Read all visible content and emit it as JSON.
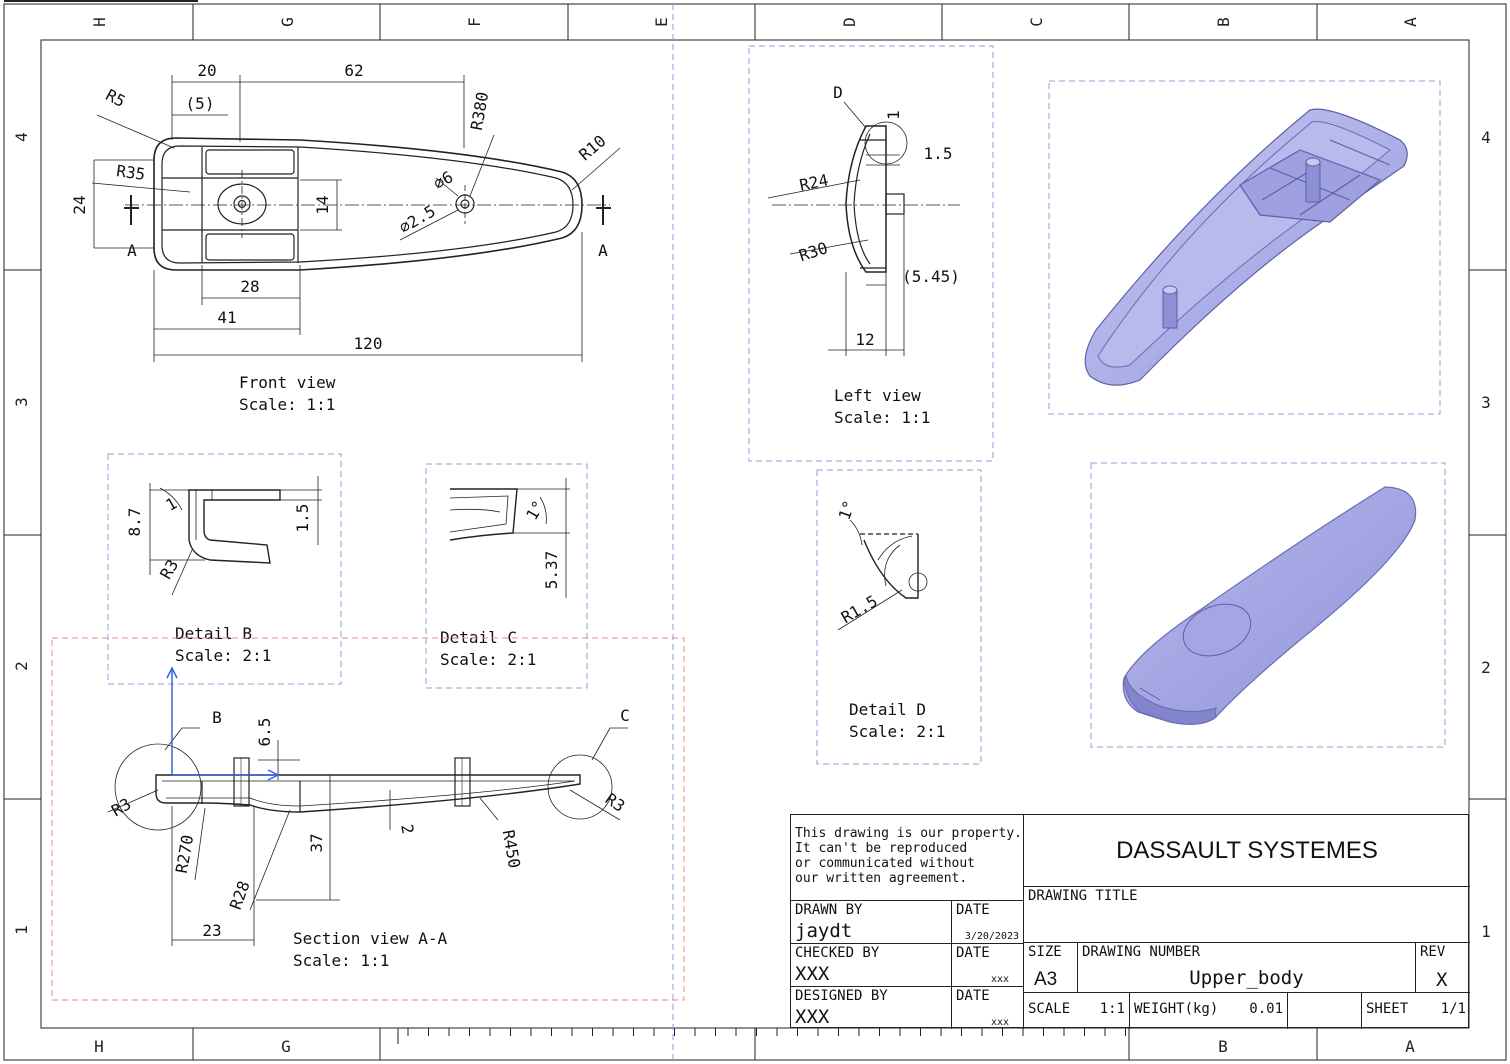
{
  "frame": {
    "columns_top": [
      "H",
      "G",
      "F",
      "E",
      "D",
      "C",
      "B",
      "A"
    ],
    "columns_bottom": [
      "H",
      "G",
      "B",
      "A"
    ],
    "rows_left": [
      "4",
      "3",
      "2",
      "1"
    ],
    "rows_right": [
      "4",
      "3",
      "2",
      "1"
    ]
  },
  "front_view": {
    "caption": "Front view",
    "scale": "Scale:  1:1",
    "dims": {
      "d20": "20",
      "d62": "62",
      "d5": "(5)",
      "r5": "R5",
      "r380": "R380",
      "r35": "R35",
      "r10": "R10",
      "d24": "24",
      "d14": "14",
      "phi6": "⌀6",
      "phi25": "⌀2.5",
      "a1": "A",
      "a2": "A",
      "d28": "28",
      "d41": "41",
      "d120": "120"
    }
  },
  "left_view": {
    "caption": "Left view",
    "scale": "Scale:  1:1",
    "dims": {
      "d": "D",
      "one": "1",
      "d15": "1.5",
      "r24": "R24",
      "r30": "R30",
      "d545": "(5.45)",
      "d12": "12"
    }
  },
  "detail_b": {
    "caption": "Detail B",
    "scale": "Scale:  2:1",
    "dims": {
      "d87": "8.7",
      "one": "1",
      "d15": "1.5",
      "r3": "R3"
    }
  },
  "detail_c": {
    "caption": "Detail C",
    "scale": "Scale:  2:1",
    "dims": {
      "one": "1°",
      "d537": "5.37"
    }
  },
  "detail_d": {
    "caption": "Detail D",
    "scale": "Scale:  2:1",
    "dims": {
      "one": "1°",
      "r15": "R1.5"
    }
  },
  "section_view": {
    "caption": "Section view A-A",
    "scale": "Scale:  1:1",
    "dims": {
      "b": "B",
      "c": "C",
      "d65": "6.5",
      "r3a": "R3",
      "r3b": "R3",
      "r270": "R270",
      "d37": "37",
      "two": "2",
      "r450": "R450",
      "r28": "R28",
      "d23": "23"
    }
  },
  "title_block": {
    "notice_lines": [
      "This drawing is our property.",
      "It can't be reproduced",
      "or communicated without",
      "our written agreement."
    ],
    "company": "DASSAULT SYSTEMES",
    "drawing_title_label": "DRAWING TITLE",
    "drawn_by_label": "DRAWN BY",
    "drawn_by": "jaydt",
    "date_label_1": "DATE",
    "date_1": "3/20/2023",
    "checked_by_label": "CHECKED BY",
    "checked_by": "XXX",
    "date_label_2": "DATE",
    "date_2": "xxx",
    "designed_by_label": "DESIGNED BY",
    "designed_by": "XXX",
    "date_label_3": "DATE",
    "date_3": "xxx",
    "size_label": "SIZE",
    "size": "A3",
    "drawing_number_label": "DRAWING NUMBER",
    "drawing_number": "Upper_body",
    "rev_label": "REV",
    "rev": "X",
    "scale_label": "SCALE",
    "scale": "1:1",
    "weight_label": "WEIGHT(kg)",
    "weight": "0.01",
    "sheet_label": "SHEET",
    "sheet": "1/1"
  },
  "colors": {
    "line": "#111111",
    "view_frame": "#9a9ad8",
    "section_frame": "#e38a9a",
    "axis_blue": "#3366dd",
    "model_fill": "#a8aae6",
    "model_dark": "#6f71b8"
  }
}
